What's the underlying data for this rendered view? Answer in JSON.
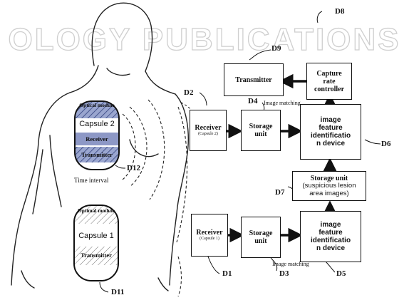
{
  "watermark": {
    "text": "OLOGY PUBLICATIONS",
    "color": "#c8c8c8"
  },
  "capsule2": {
    "optical": "Optical module",
    "name": "Capsule 2",
    "receiver": "Receiver",
    "transmitter": "Transmitter",
    "fill_color": "#9aa6cf"
  },
  "capsule1": {
    "optical": "Optimal module",
    "name": "Capsule 1",
    "transmitter": "Transmitter"
  },
  "time_interval": "Time interval",
  "boxes": {
    "d9_transmitter": "Transmitter",
    "d8_capture": [
      "Capture",
      "rate",
      "controller"
    ],
    "d2_receiver": {
      "main": "Receiver",
      "sub": "(Capsule 2)"
    },
    "d4_storage": [
      "Storage",
      "unit"
    ],
    "d6_image": [
      "image",
      "feature",
      "identificatio",
      "n device"
    ],
    "d7_storage": {
      "main": "Storage unit",
      "sub": [
        "(suspicious lesion",
        "area images)"
      ]
    },
    "d1_receiver": {
      "main": "Receiver",
      "sub": "(Capsule 1)"
    },
    "d3_storage": [
      "Storage",
      "unit"
    ],
    "d5_image": [
      "image",
      "feature",
      "identificatio",
      "n device"
    ]
  },
  "notes": {
    "image_matching_top": "Image matching",
    "image_matching_bottom": "Image matching"
  },
  "labels": {
    "d1": "D1",
    "d2": "D2",
    "d3": "D3",
    "d4": "D4",
    "d5": "D5",
    "d6": "D6",
    "d7": "D7",
    "d8": "D8",
    "d9": "D9",
    "d11": "D11",
    "d12": "D12"
  }
}
